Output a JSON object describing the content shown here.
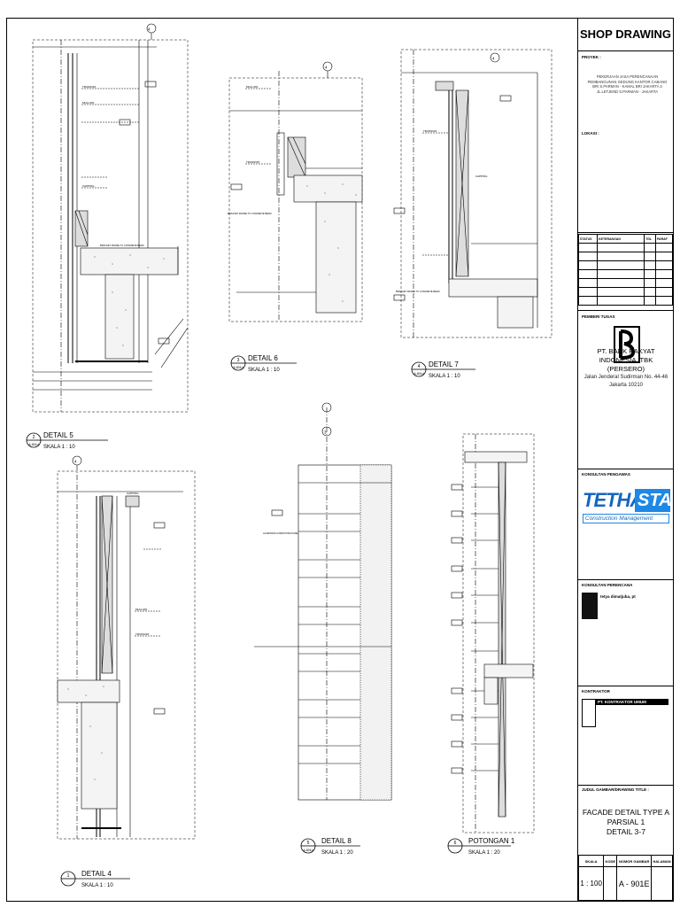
{
  "title_block": {
    "sheet_title": "SHOP DRAWING",
    "proyek_label": "PROYEK :",
    "project_text": "PEKERJAAN JASA PERENCANAAN PEMBANGUNAN GEDUNG KANTOR CABANG BRI S.PARMAN - KAMAL BRI JAKARTA 3 JL.LETJEND S.PARMAN - JAKARTA",
    "lokasi_label": "LOKASI :",
    "status_headers": [
      "STATUS",
      "KETERANGAN",
      "TGL",
      "PARAF"
    ],
    "pemberi_tugas_label": "PEMBERI TUGAS",
    "client_name": "PT. BANK RAKYAT INDONESIA, TBK (PERSERO)",
    "client_address": "Jalan Jenderal Sudirman No. 44-46 Jakarta 10210",
    "konsultan_pengawas_label": "KONSULTAN PENGAWAS",
    "tetha_word": "TETHA",
    "tetha_sta": "STA",
    "construction_mgmt": "Construction Management",
    "konsultan_perencana_label": "KONSULTAN PERENCANA",
    "perencana_name": "tetya dimatjuba, pt",
    "kontraktor_label": "KONTRAKTOR",
    "kontraktor_name": "PT. KONTRAKTOR UMUM",
    "judul_gambar_label": "JUDUL GAMBAR/DRAWING TITLE :",
    "drawing_title_lines": [
      "FACADE DETAIL TYPE A",
      "PARSIAL 1",
      "DETAIL 3-7"
    ],
    "bottom_headers": [
      "SKALA",
      "KODE",
      "NOMOR GAMBAR",
      "HALAMAN"
    ],
    "scale_value": "1 : 100",
    "drawing_number": "A - 901E"
  },
  "details": [
    {
      "num": "2",
      "sheet": "A-801d",
      "name": "DETAIL 5",
      "scale": "SKALA    1 : 10"
    },
    {
      "num": "3",
      "sheet": "A-801d",
      "name": "DETAIL 6",
      "scale": "SKALA    1 : 10"
    },
    {
      "num": "4",
      "sheet": "A-801d",
      "name": "DETAIL 7",
      "scale": "SKALA    1 : 10"
    },
    {
      "num": "1",
      "sheet": "-",
      "name": "DETAIL 4",
      "scale": "SKALA    1 : 10"
    },
    {
      "num": "5",
      "sheet": "A-801d",
      "name": "DETAIL 8",
      "scale": "SKALA    1 : 20"
    },
    {
      "num": "6",
      "sheet": "-",
      "name": "POTONGAN 1",
      "scale": "SKALA    1 : 20"
    }
  ],
  "grid_markers": {
    "d5": "4",
    "d6": "4",
    "d7": "4",
    "d4": "4",
    "d8": "3"
  },
  "annotations": {
    "transom": "TRANSOM",
    "mullion": "MULLION",
    "capping": "CAPPING",
    "bracket": "BRACKET FRAME TO CONCRETE BEAM",
    "aluminium": "ALUMINIUM COMPOSITE PANEL"
  }
}
